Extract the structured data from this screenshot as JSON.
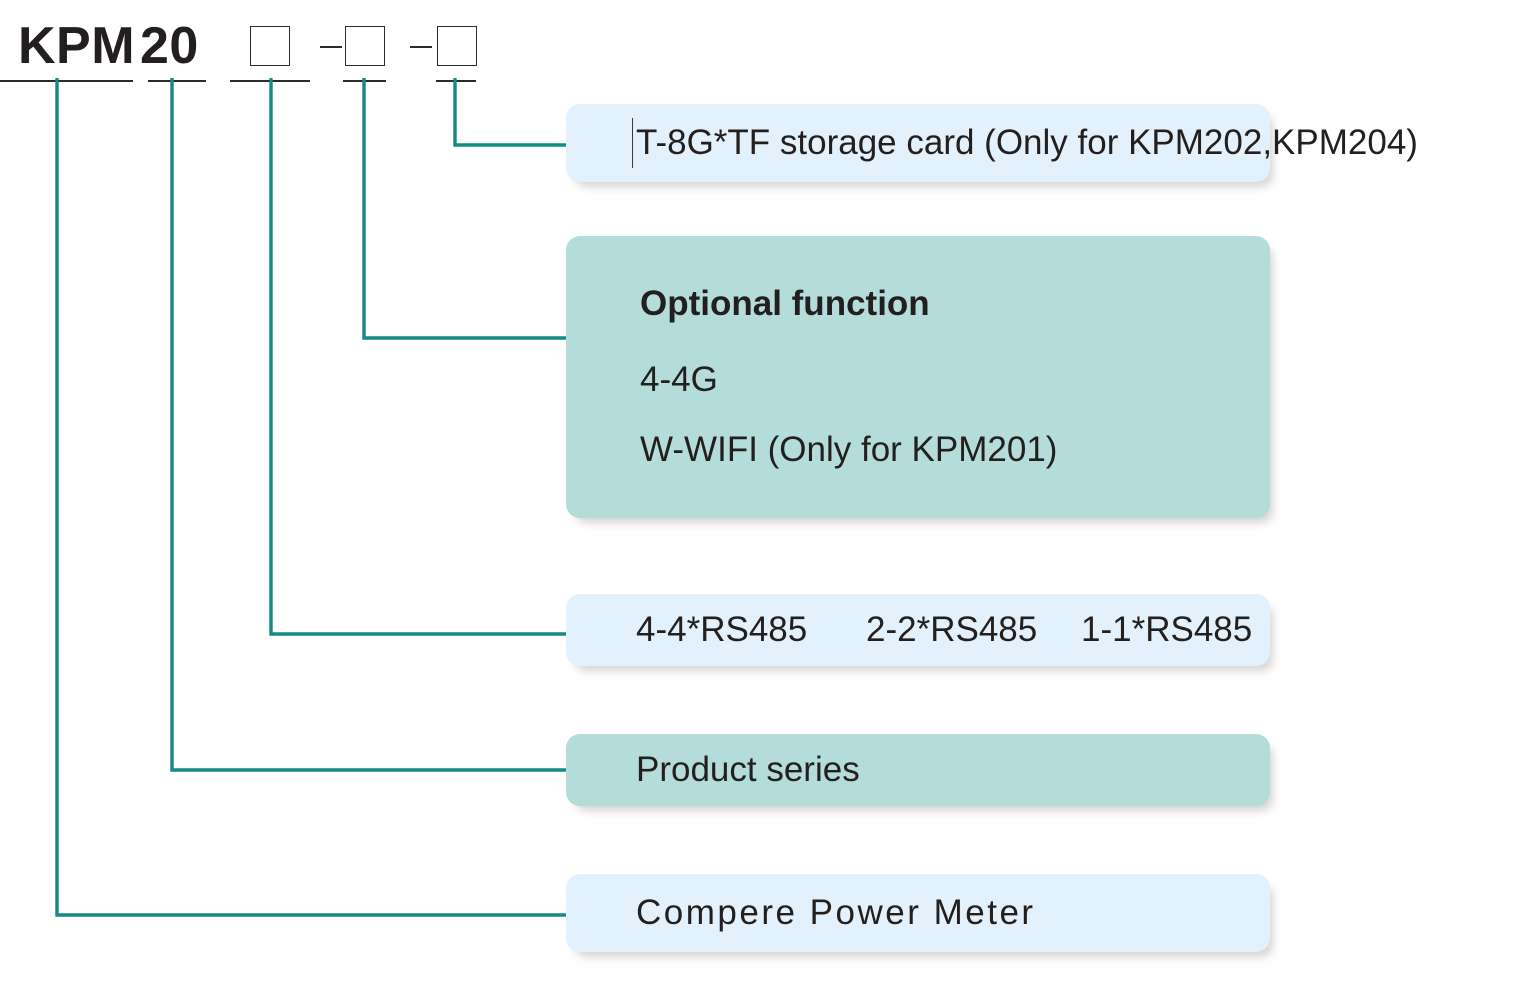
{
  "diagram": {
    "title": "KPM20 model code breakdown",
    "model_code": {
      "prefix": "KPM",
      "series_number": "20",
      "placeholder_boxes": [
        "",
        "",
        ""
      ],
      "separators": [
        "–",
        "–"
      ]
    },
    "accent_color": "#138a84",
    "card_blue": "#e2f1fb",
    "card_green": "#b3dcdb",
    "text_color": "#231f1e",
    "callouts": [
      {
        "id": "storage-card",
        "style": "blue",
        "lines": [
          "T-8G*TF storage card (Only for KPM202,KPM204)"
        ]
      },
      {
        "id": "optional-function",
        "style": "green",
        "heading": "Optional function",
        "lines": [
          "4-4G",
          "W-WIFI (Only for KPM201)"
        ]
      },
      {
        "id": "rs485-options",
        "style": "blue",
        "options": [
          "4-4*RS485",
          "2-2*RS485",
          "1-1*RS485"
        ]
      },
      {
        "id": "product-series",
        "style": "green",
        "lines": [
          "Product series"
        ]
      },
      {
        "id": "compere-power-meter",
        "style": "blue",
        "lines": [
          "Compere  Power  Meter"
        ]
      }
    ]
  }
}
